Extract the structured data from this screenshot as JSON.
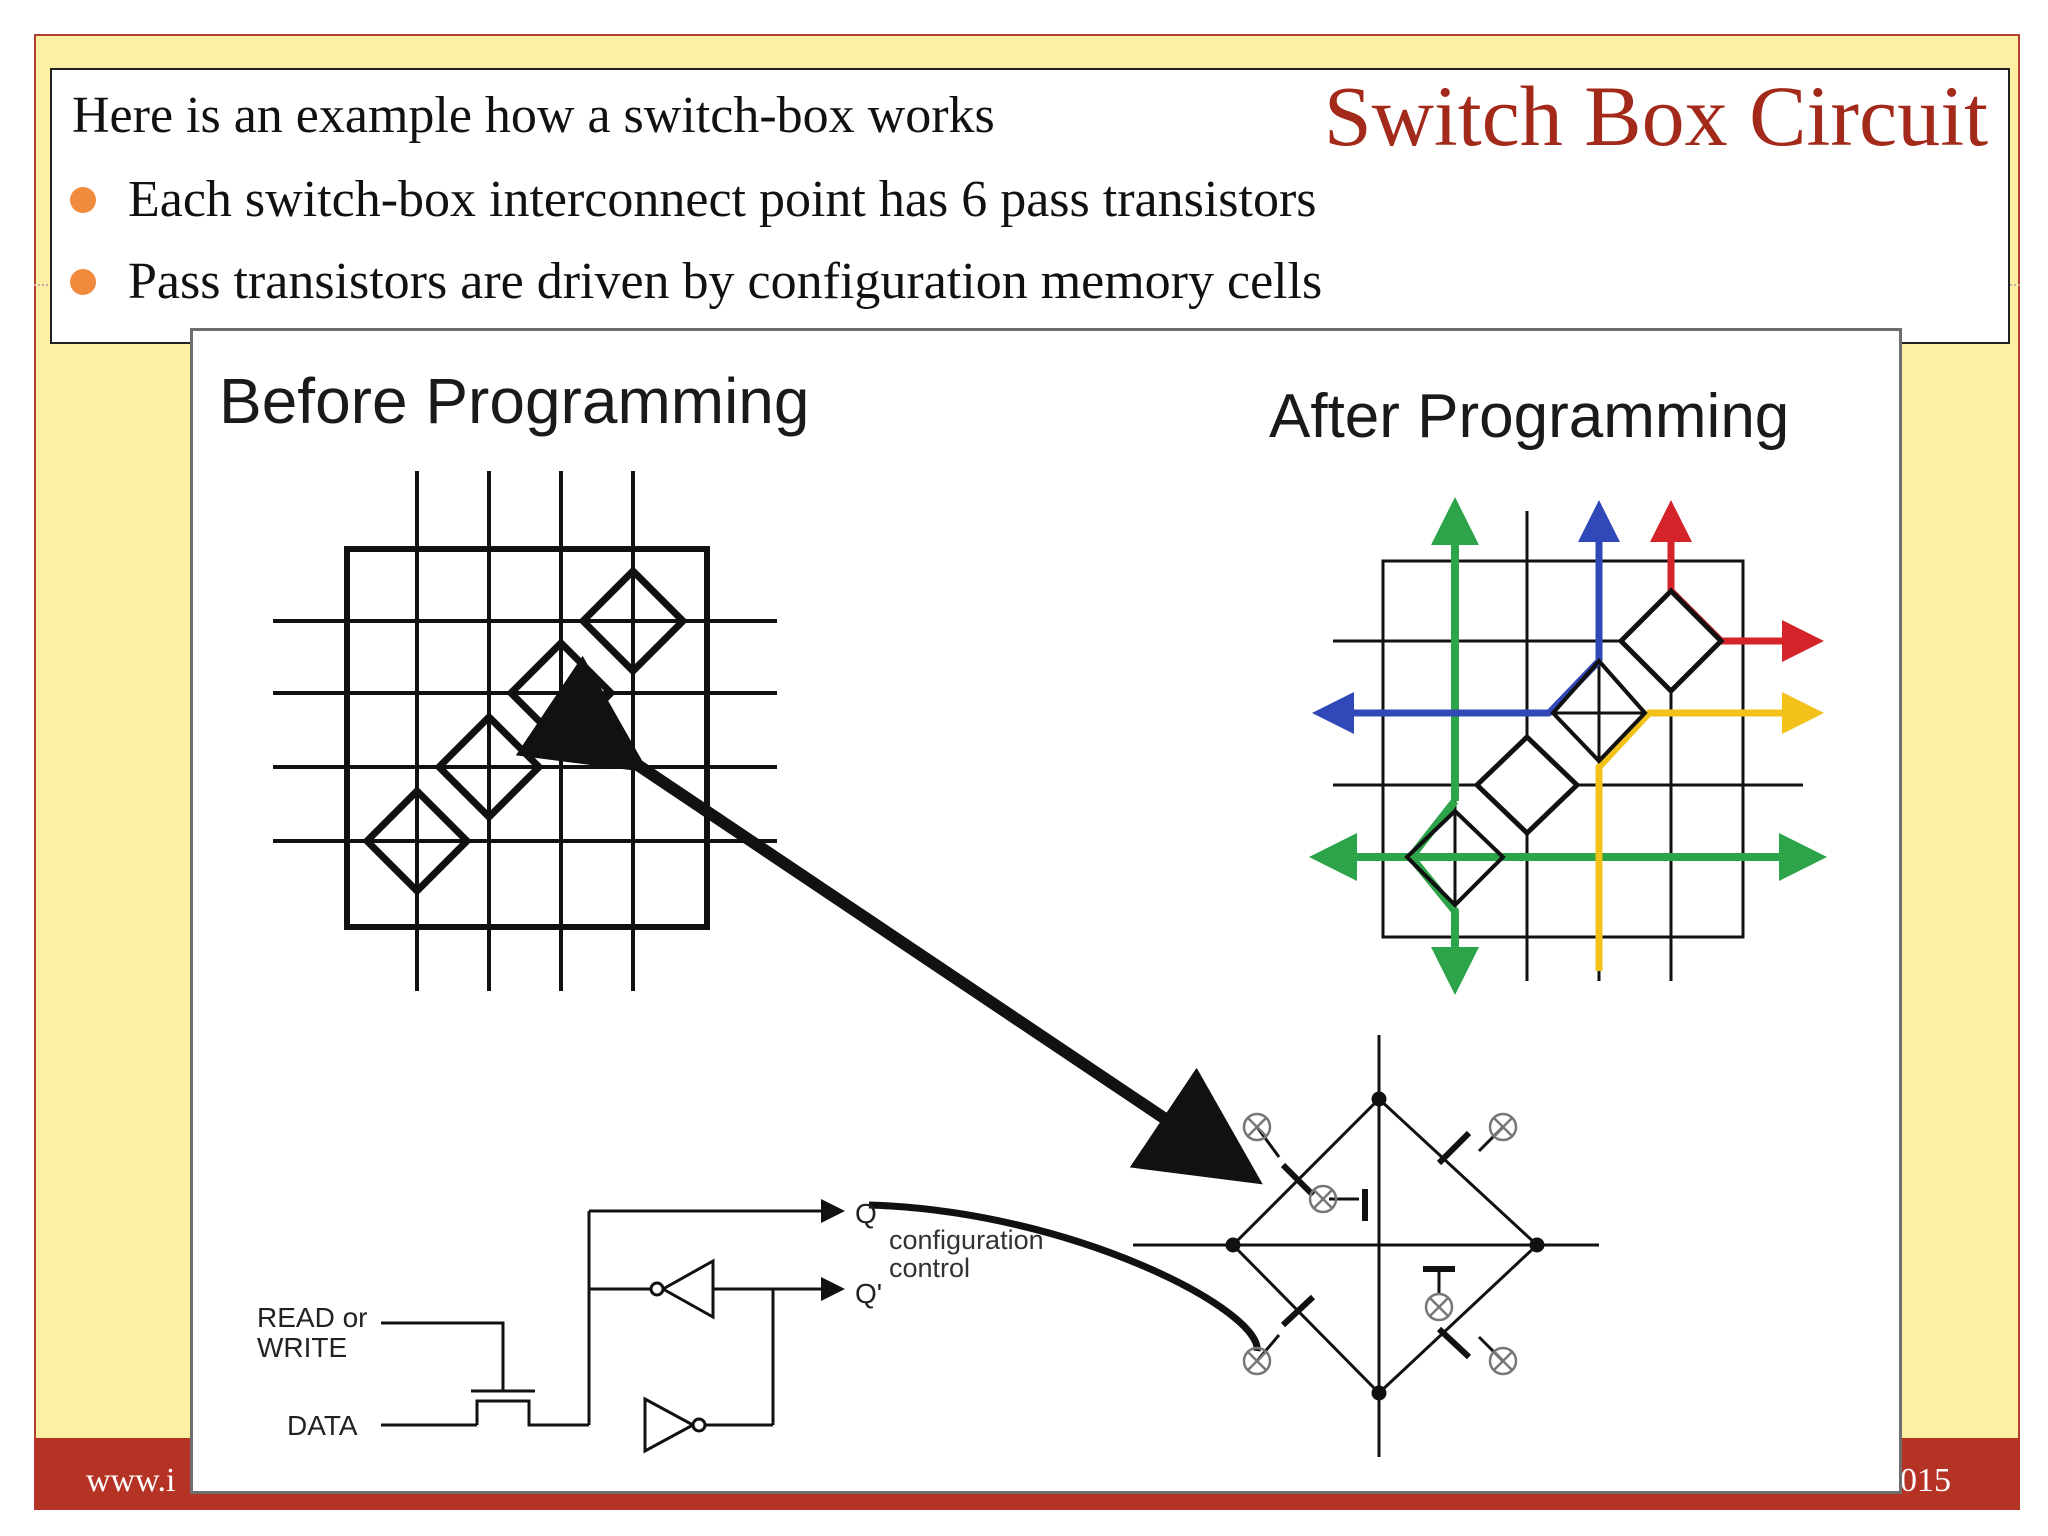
{
  "slide": {
    "title": "Switch Box Circuit",
    "intro": "Here is an example how a switch-box works",
    "bullets": [
      "Each switch-box interconnect point has 6 pass transistors",
      "Pass transistors are driven by configuration memory cells"
    ],
    "footer_left": "www.i",
    "footer_right": "015",
    "colors": {
      "title": "#a32a1b",
      "bullet": "#f08a3c",
      "footer_band": "#b53325",
      "slide_background": "#fdf0a5"
    }
  },
  "figure": {
    "before_title": "Before Programming",
    "after_title": "After Programming",
    "memory_cell": {
      "read_write": [
        "READ or",
        "WRITE"
      ],
      "data": "DATA",
      "q": "Q",
      "q_bar": "Q'",
      "config": [
        "configuration",
        "control"
      ]
    },
    "route_colors": {
      "green": "#2ea44a",
      "blue": "#3048b8",
      "red": "#d4242a",
      "yellow": "#f2c21b"
    }
  }
}
